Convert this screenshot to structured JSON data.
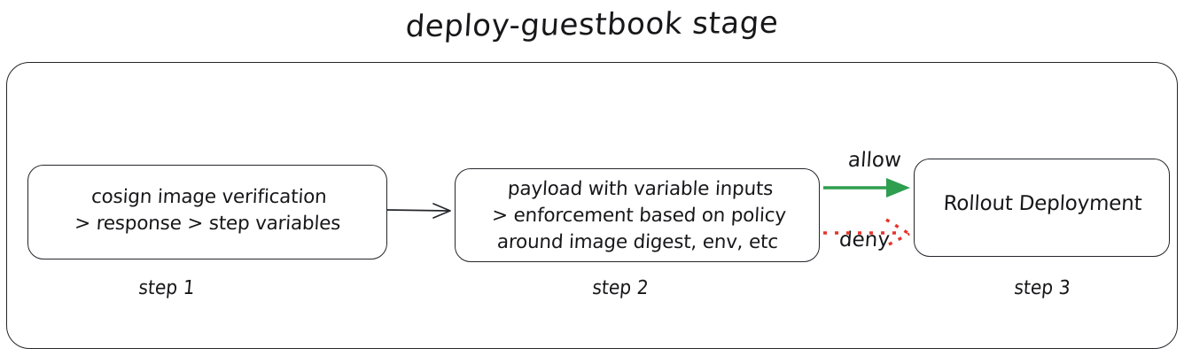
{
  "title": "deploy-guestbook stage",
  "colors": {
    "stroke": "#24262b",
    "text": "#17171a",
    "allow_arrow": "#2e9e4f",
    "deny_arrow": "#e8332a"
  },
  "steps": [
    {
      "id": "step-1",
      "caption": "step 1",
      "lines": [
        "cosign image verification",
        "> response > step variables"
      ]
    },
    {
      "id": "step-2",
      "caption": "step 2",
      "lines": [
        "payload with variable inputs",
        "> enforcement based on policy",
        "around image digest, env, etc"
      ]
    },
    {
      "id": "step-3",
      "caption": "step 3",
      "lines": [
        "Rollout Deployment"
      ]
    }
  ],
  "edges": [
    {
      "id": "step1-to-step2",
      "label": "",
      "style": "solid",
      "color": "#24262b"
    },
    {
      "id": "allow",
      "label": "allow",
      "style": "solid",
      "color": "#2e9e4f"
    },
    {
      "id": "deny",
      "label": "deny",
      "style": "dotted",
      "color": "#e8332a"
    }
  ]
}
